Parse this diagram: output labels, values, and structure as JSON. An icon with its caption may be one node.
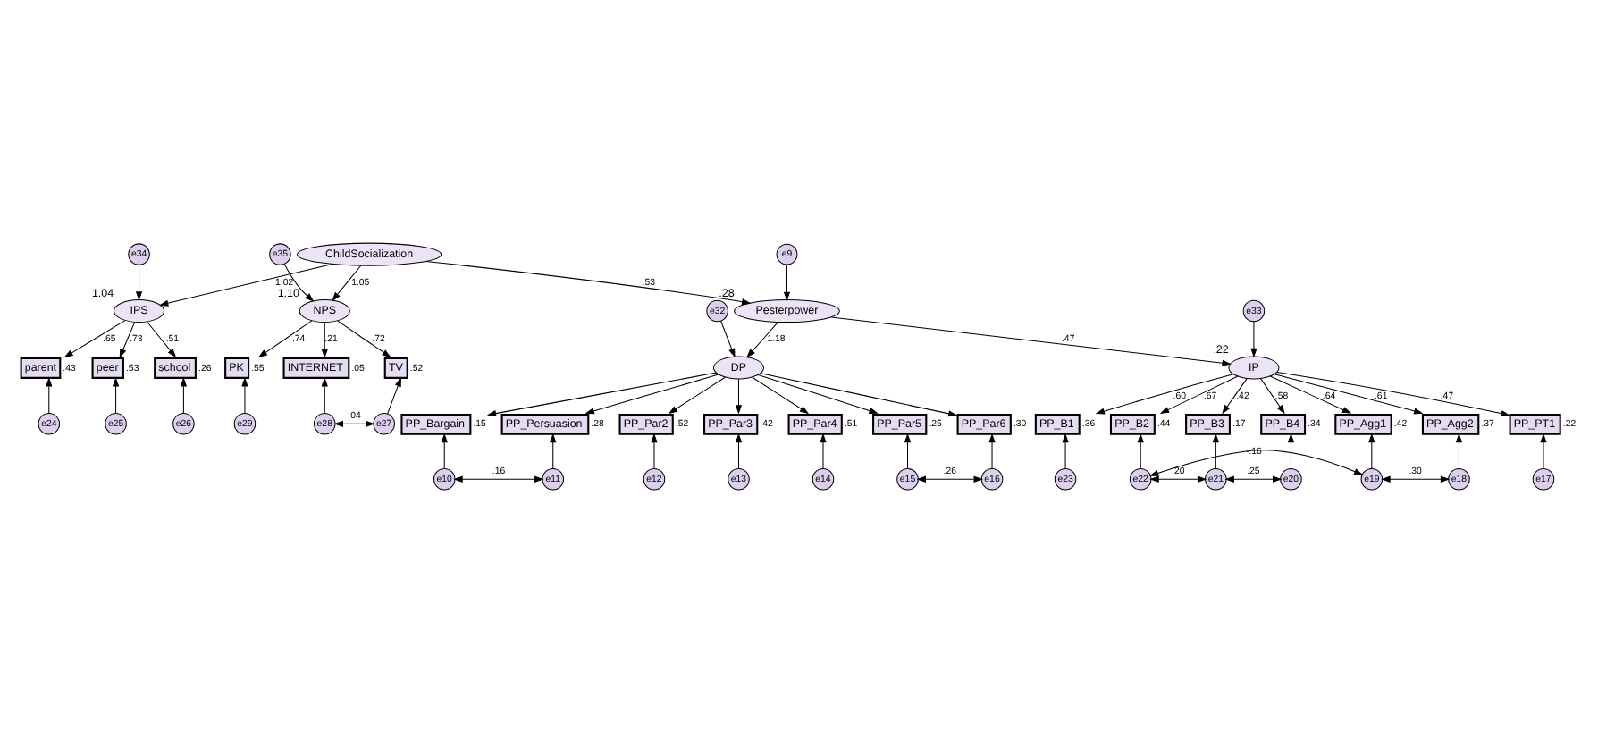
{
  "diagram": {
    "nodes": [
      {
        "text": [
          "ChildSocialization"
        ]
      },
      {
        "text": [
          "IPS"
        ],
        "beside": [
          "1.04"
        ]
      },
      {
        "text": [
          "parent"
        ],
        "beside": [
          ".43"
        ]
      },
      {
        "text": [
          "peer"
        ],
        "beside": [
          ".53"
        ]
      },
      {
        "text": [
          "school"
        ],
        "beside": [
          ".26"
        ]
      },
      {
        "text": [
          "e24"
        ]
      },
      {
        "text": [
          "e25"
        ]
      },
      {
        "text": [
          "e26"
        ]
      },
      {
        "text": [
          "e34"
        ]
      },
      {
        "text": [
          "NPS"
        ],
        "beside": [
          "1.10"
        ]
      },
      {
        "text": [
          "PK"
        ],
        "beside": [
          ".55"
        ]
      },
      {
        "text": [
          "INTERNET"
        ],
        "beside": [
          ".05"
        ]
      },
      {
        "text": [
          "TV"
        ],
        "beside": [
          ".52"
        ]
      },
      {
        "text": [
          "e35"
        ]
      },
      {
        "text": [
          "e29"
        ]
      },
      {
        "text": [
          "e28"
        ]
      },
      {
        "text": [
          "e27"
        ]
      },
      {
        "text": [
          "Pesterpower"
        ],
        "beside": [
          ".28"
        ]
      },
      {
        "text": [
          "e9"
        ]
      },
      {
        "text": [
          "DP"
        ]
      },
      {
        "text": [
          "e32"
        ]
      },
      {
        "text": [
          "PP_Bargain"
        ],
        "beside": [
          ".15"
        ]
      },
      {
        "text": [
          "PP_Persuasion"
        ],
        "beside": [
          ".28"
        ]
      },
      {
        "text": [
          "PP_Par2"
        ],
        "beside": [
          ".52"
        ]
      },
      {
        "text": [
          "PP_Par3"
        ],
        "beside": [
          ".42"
        ]
      },
      {
        "text": [
          "PP_Par4"
        ],
        "beside": [
          ".51"
        ]
      },
      {
        "text": [
          "PP_Par5"
        ],
        "beside": [
          ".25"
        ]
      },
      {
        "text": [
          "PP_Par6"
        ],
        "beside": [
          ".30"
        ]
      },
      {
        "text": [
          "e10"
        ]
      },
      {
        "text": [
          "e11"
        ]
      },
      {
        "text": [
          "e12"
        ]
      },
      {
        "text": [
          "e13"
        ]
      },
      {
        "text": [
          "e14"
        ]
      },
      {
        "text": [
          "e15"
        ]
      },
      {
        "text": [
          "e16"
        ]
      },
      {
        "text": [
          "IP"
        ],
        "beside": [
          ".22"
        ]
      },
      {
        "text": [
          "e33"
        ]
      },
      {
        "text": [
          "PP_B1"
        ],
        "beside": [
          ".36"
        ]
      },
      {
        "text": [
          "PP_B2"
        ],
        "beside": [
          ".44"
        ]
      },
      {
        "text": [
          "PP_B3"
        ],
        "beside": [
          ".17"
        ]
      },
      {
        "text": [
          "PP_B4"
        ],
        "beside": [
          ".34"
        ]
      },
      {
        "text": [
          "PP_Agg1"
        ],
        "beside": [
          ".42"
        ]
      },
      {
        "text": [
          "PP_Agg2"
        ],
        "beside": [
          ".37"
        ]
      },
      {
        "text": [
          "PP_PT1"
        ],
        "beside": [
          ".22"
        ]
      },
      {
        "text": [
          "e23"
        ]
      },
      {
        "text": [
          "e22"
        ]
      },
      {
        "text": [
          "e21"
        ]
      },
      {
        "text": [
          "e20"
        ]
      },
      {
        "text": [
          "e19"
        ]
      },
      {
        "text": [
          "e18"
        ]
      },
      {
        "text": [
          "e17"
        ]
      }
    ],
    "edges": [
      {
        "from": 0,
        "to": 1,
        "arrow": "to",
        "label": "1.02"
      },
      {
        "from": 0,
        "to": 9,
        "arrow": "to",
        "label": "1.05"
      },
      {
        "from": 0,
        "to": 17,
        "arrow": "to",
        "label": ".53"
      },
      {
        "from": 1,
        "to": 2,
        "arrow": "to",
        "label": ".65"
      },
      {
        "from": 1,
        "to": 3,
        "arrow": "to",
        "label": ".73"
      },
      {
        "from": 1,
        "to": 4,
        "arrow": "to",
        "label": ".51"
      },
      {
        "from": 5,
        "to": 2,
        "arrow": "to"
      },
      {
        "from": 6,
        "to": 3,
        "arrow": "to"
      },
      {
        "from": 7,
        "to": 4,
        "arrow": "to"
      },
      {
        "from": 8,
        "to": 1,
        "arrow": "to"
      },
      {
        "from": 9,
        "to": 10,
        "arrow": "to",
        "label": ".74"
      },
      {
        "from": 9,
        "to": 11,
        "arrow": "to",
        "label": ".21"
      },
      {
        "from": 9,
        "to": 12,
        "arrow": "to",
        "label": ".72"
      },
      {
        "from": 13,
        "to": 9,
        "arrow": "to"
      },
      {
        "from": 14,
        "to": 10,
        "arrow": "to"
      },
      {
        "from": 15,
        "to": 11,
        "arrow": "to"
      },
      {
        "from": 16,
        "to": 12,
        "arrow": "to"
      },
      {
        "from": 15,
        "to": 16,
        "arrow": "both",
        "label": ".04"
      },
      {
        "from": 18,
        "to": 17,
        "arrow": "to"
      },
      {
        "from": 17,
        "to": 19,
        "arrow": "to",
        "label": "1.18"
      },
      {
        "from": 17,
        "to": 35,
        "arrow": "to",
        "label": ".47"
      },
      {
        "from": 20,
        "to": 19,
        "arrow": "to"
      },
      {
        "from": 19,
        "to": 21,
        "arrow": "to"
      },
      {
        "from": 19,
        "to": 22,
        "arrow": "to"
      },
      {
        "from": 19,
        "to": 23,
        "arrow": "to"
      },
      {
        "from": 19,
        "to": 24,
        "arrow": "to"
      },
      {
        "from": 19,
        "to": 25,
        "arrow": "to"
      },
      {
        "from": 19,
        "to": 26,
        "arrow": "to"
      },
      {
        "from": 19,
        "to": 27,
        "arrow": "to"
      },
      {
        "from": 28,
        "to": 21,
        "arrow": "to"
      },
      {
        "from": 29,
        "to": 22,
        "arrow": "to"
      },
      {
        "from": 30,
        "to": 23,
        "arrow": "to"
      },
      {
        "from": 31,
        "to": 24,
        "arrow": "to"
      },
      {
        "from": 32,
        "to": 25,
        "arrow": "to"
      },
      {
        "from": 33,
        "to": 26,
        "arrow": "to"
      },
      {
        "from": 34,
        "to": 27,
        "arrow": "to"
      },
      {
        "from": 28,
        "to": 29,
        "arrow": "both",
        "label": ".16"
      },
      {
        "from": 33,
        "to": 34,
        "arrow": "both",
        "label": ".26"
      },
      {
        "from": 36,
        "to": 35,
        "arrow": "to"
      },
      {
        "from": 35,
        "to": 37,
        "arrow": "to",
        "label": ".60"
      },
      {
        "from": 35,
        "to": 38,
        "arrow": "to",
        "label": ".67"
      },
      {
        "from": 35,
        "to": 39,
        "arrow": "to",
        "label": ".42"
      },
      {
        "from": 35,
        "to": 40,
        "arrow": "to",
        "label": ".58"
      },
      {
        "from": 35,
        "to": 41,
        "arrow": "to",
        "label": ".64"
      },
      {
        "from": 35,
        "to": 42,
        "arrow": "to",
        "label": ".61"
      },
      {
        "from": 35,
        "to": 43,
        "arrow": "to",
        "label": ".47"
      },
      {
        "from": 44,
        "to": 37,
        "arrow": "to"
      },
      {
        "from": 45,
        "to": 38,
        "arrow": "to"
      },
      {
        "from": 46,
        "to": 39,
        "arrow": "to"
      },
      {
        "from": 47,
        "to": 40,
        "arrow": "to"
      },
      {
        "from": 48,
        "to": 41,
        "arrow": "to"
      },
      {
        "from": 49,
        "to": 42,
        "arrow": "to"
      },
      {
        "from": 50,
        "to": 43,
        "arrow": "to"
      },
      {
        "from": 45,
        "to": 46,
        "arrow": "both",
        "label": ".20"
      },
      {
        "from": 46,
        "to": 47,
        "arrow": "both",
        "label": ".25"
      },
      {
        "from": 45,
        "to": 48,
        "arrow": "both",
        "label": "-.16"
      },
      {
        "from": 48,
        "to": 49,
        "arrow": "both",
        "label": ".30"
      }
    ]
  }
}
